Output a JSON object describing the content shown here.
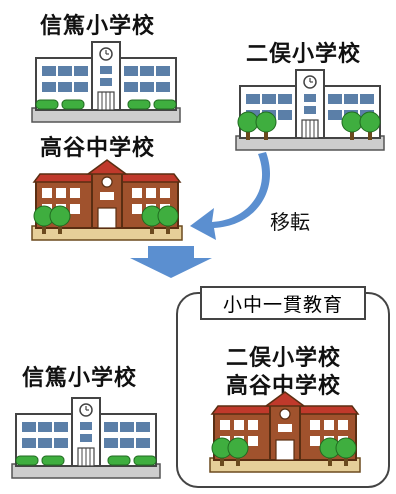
{
  "diagram": {
    "before": {
      "top_left_school": "信篤小学校",
      "right_school": "二俣小学校",
      "middle_left_school": "高谷中学校",
      "move_label": "移転"
    },
    "after": {
      "bottom_left_school": "信篤小学校",
      "integrated_label": "小中一貫教育",
      "integrated_school_1": "二俣小学校",
      "integrated_school_2": "高谷中学校"
    }
  },
  "colors": {
    "arrow_blue": "#5b8fd0",
    "modern_building": "#ffffff",
    "window_blue": "#5b7fa8",
    "brick_building": "#a0522d",
    "roof_red": "#c0392b",
    "tree_green": "#3fae3f",
    "base_beige": "#e6cf99"
  }
}
